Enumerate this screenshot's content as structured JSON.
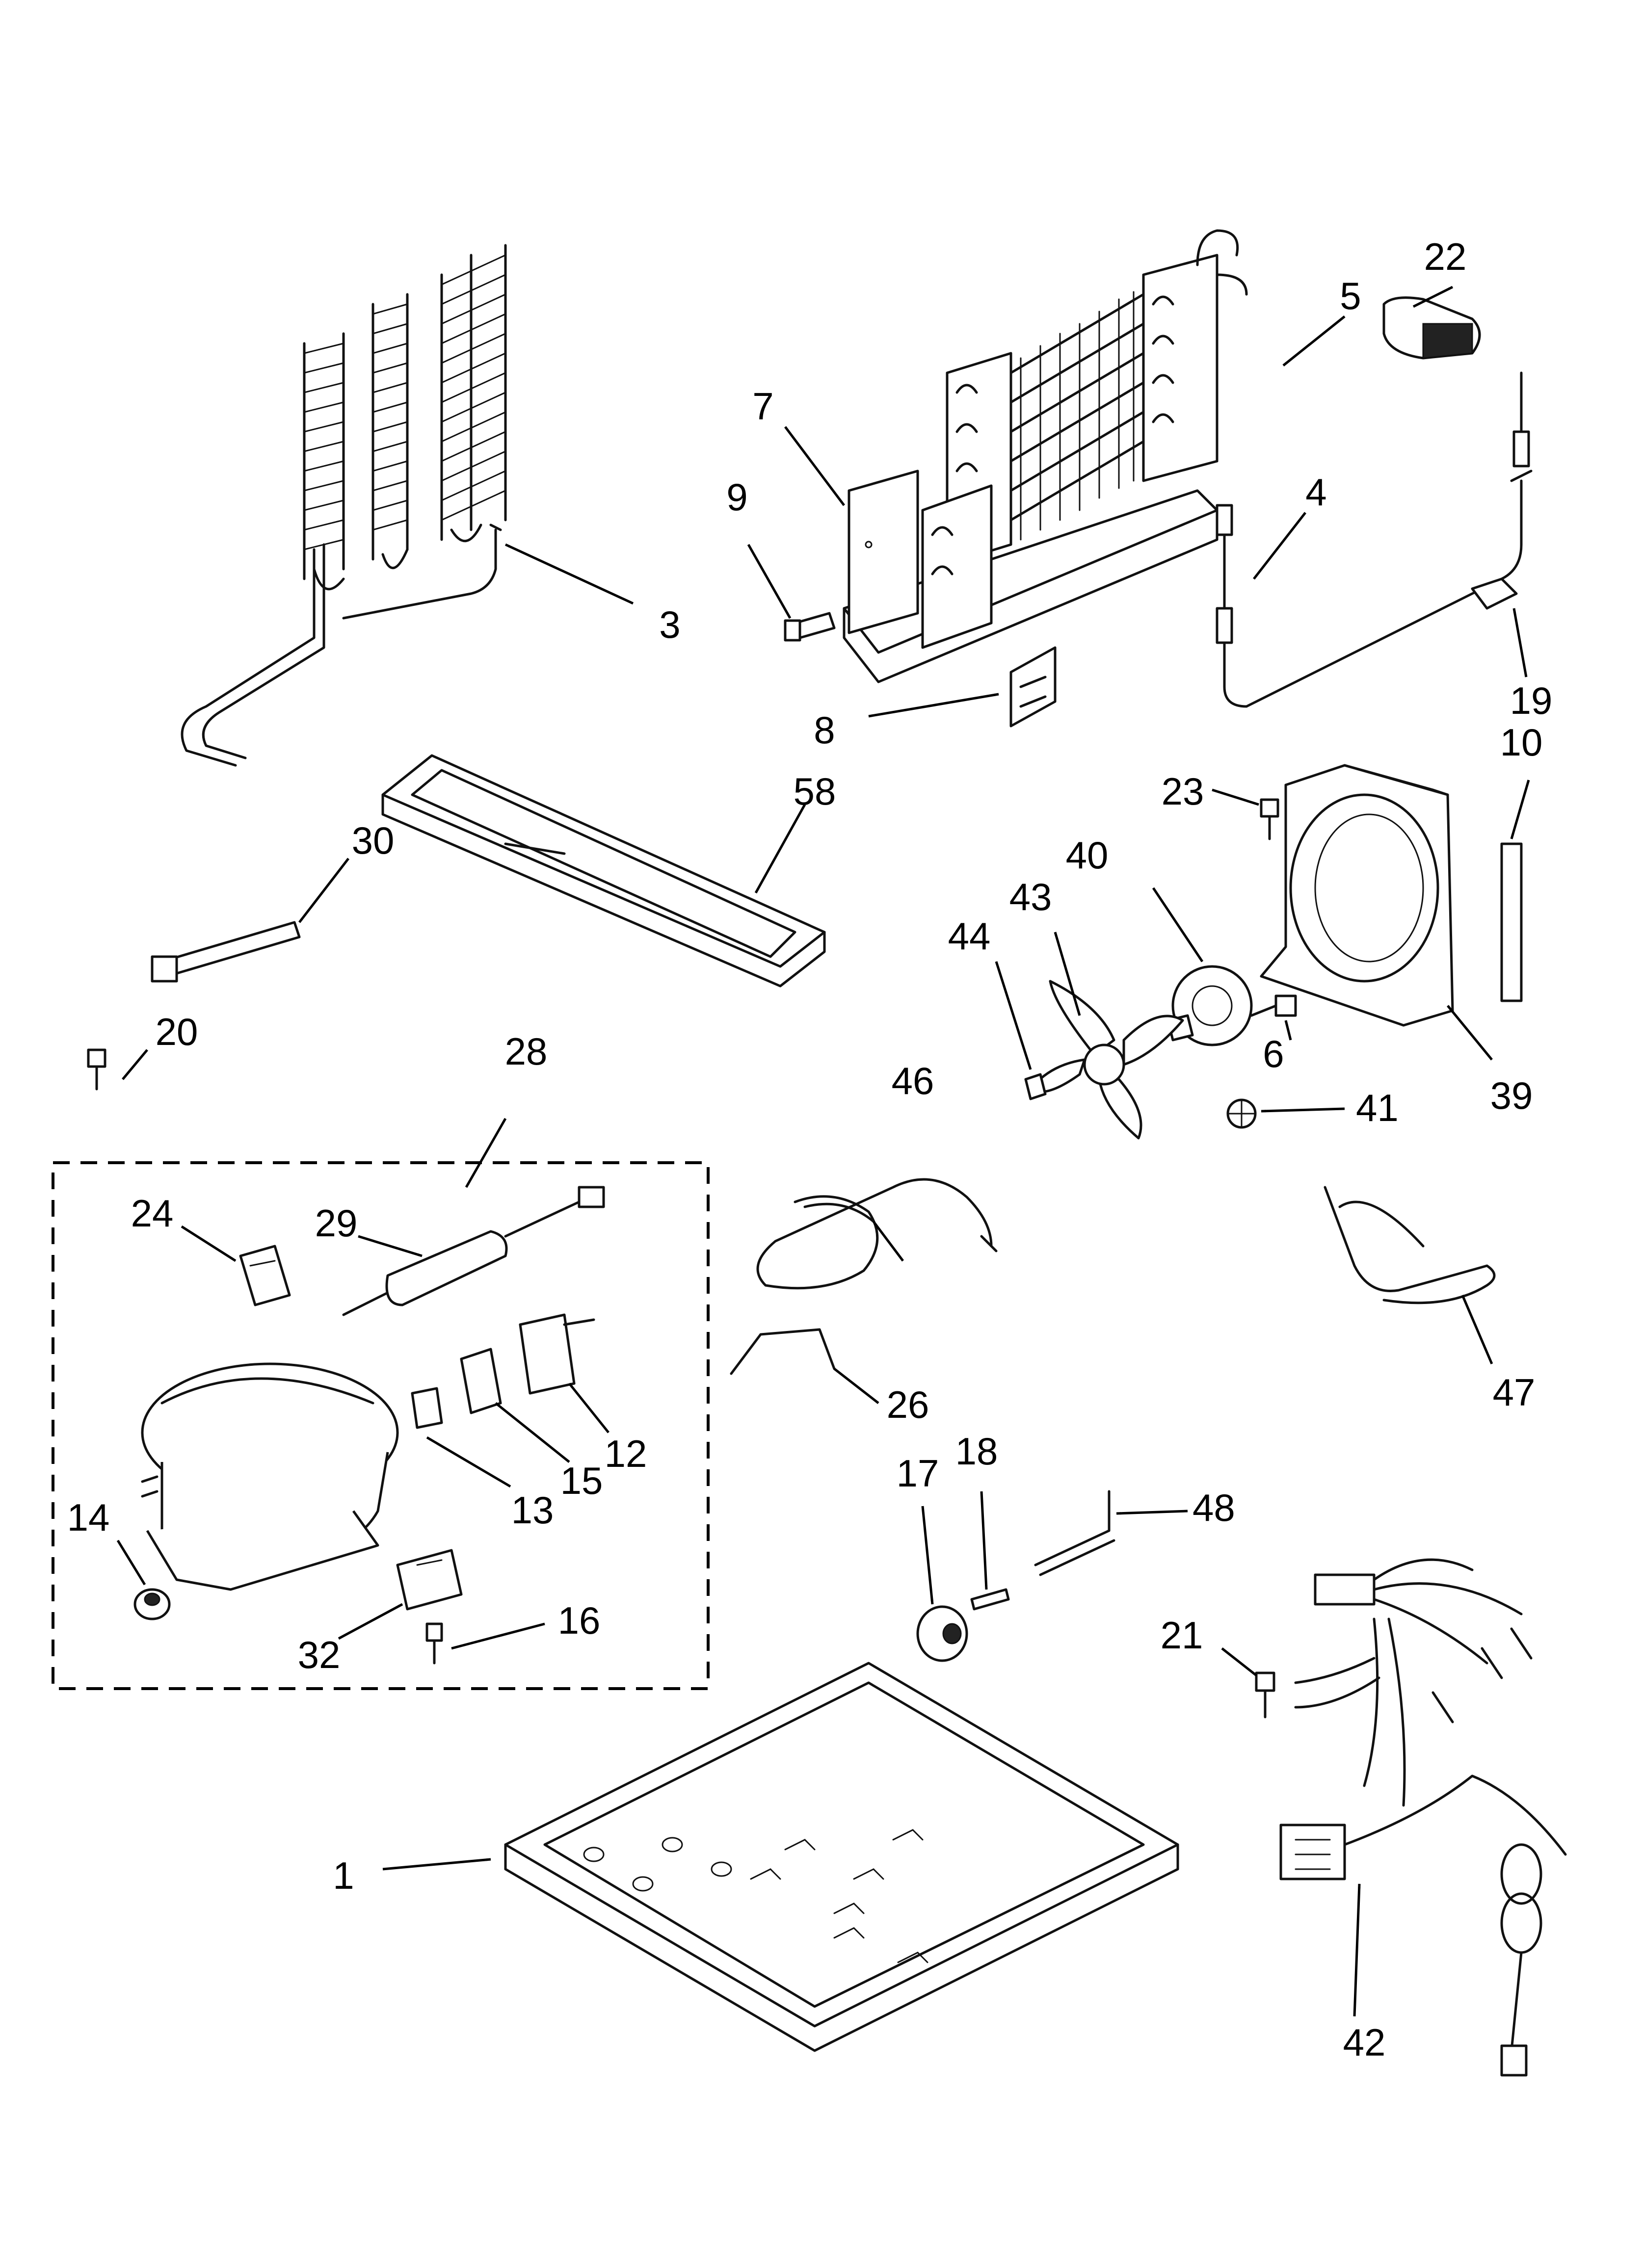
{
  "diagram": {
    "callouts": [
      {
        "id": "c1",
        "text": "1"
      },
      {
        "id": "c3",
        "text": "3"
      },
      {
        "id": "c4",
        "text": "4"
      },
      {
        "id": "c5",
        "text": "5"
      },
      {
        "id": "c6",
        "text": "6"
      },
      {
        "id": "c7",
        "text": "7"
      },
      {
        "id": "c8",
        "text": "8"
      },
      {
        "id": "c9",
        "text": "9"
      },
      {
        "id": "c10",
        "text": "10"
      },
      {
        "id": "c12",
        "text": "12"
      },
      {
        "id": "c13",
        "text": "13"
      },
      {
        "id": "c14",
        "text": "14"
      },
      {
        "id": "c15",
        "text": "15"
      },
      {
        "id": "c16",
        "text": "16"
      },
      {
        "id": "c17",
        "text": "17"
      },
      {
        "id": "c18",
        "text": "18"
      },
      {
        "id": "c19",
        "text": "19"
      },
      {
        "id": "c20",
        "text": "20"
      },
      {
        "id": "c21",
        "text": "21"
      },
      {
        "id": "c22",
        "text": "22"
      },
      {
        "id": "c23",
        "text": "23"
      },
      {
        "id": "c24",
        "text": "24"
      },
      {
        "id": "c26",
        "text": "26"
      },
      {
        "id": "c28",
        "text": "28"
      },
      {
        "id": "c29",
        "text": "29"
      },
      {
        "id": "c30",
        "text": "30"
      },
      {
        "id": "c32",
        "text": "32"
      },
      {
        "id": "c39",
        "text": "39"
      },
      {
        "id": "c40",
        "text": "40"
      },
      {
        "id": "c41",
        "text": "41"
      },
      {
        "id": "c42",
        "text": "42"
      },
      {
        "id": "c43",
        "text": "43"
      },
      {
        "id": "c44",
        "text": "44"
      },
      {
        "id": "c46",
        "text": "46"
      },
      {
        "id": "c47",
        "text": "47"
      },
      {
        "id": "c48",
        "text": "48"
      },
      {
        "id": "c58",
        "text": "58"
      }
    ]
  }
}
